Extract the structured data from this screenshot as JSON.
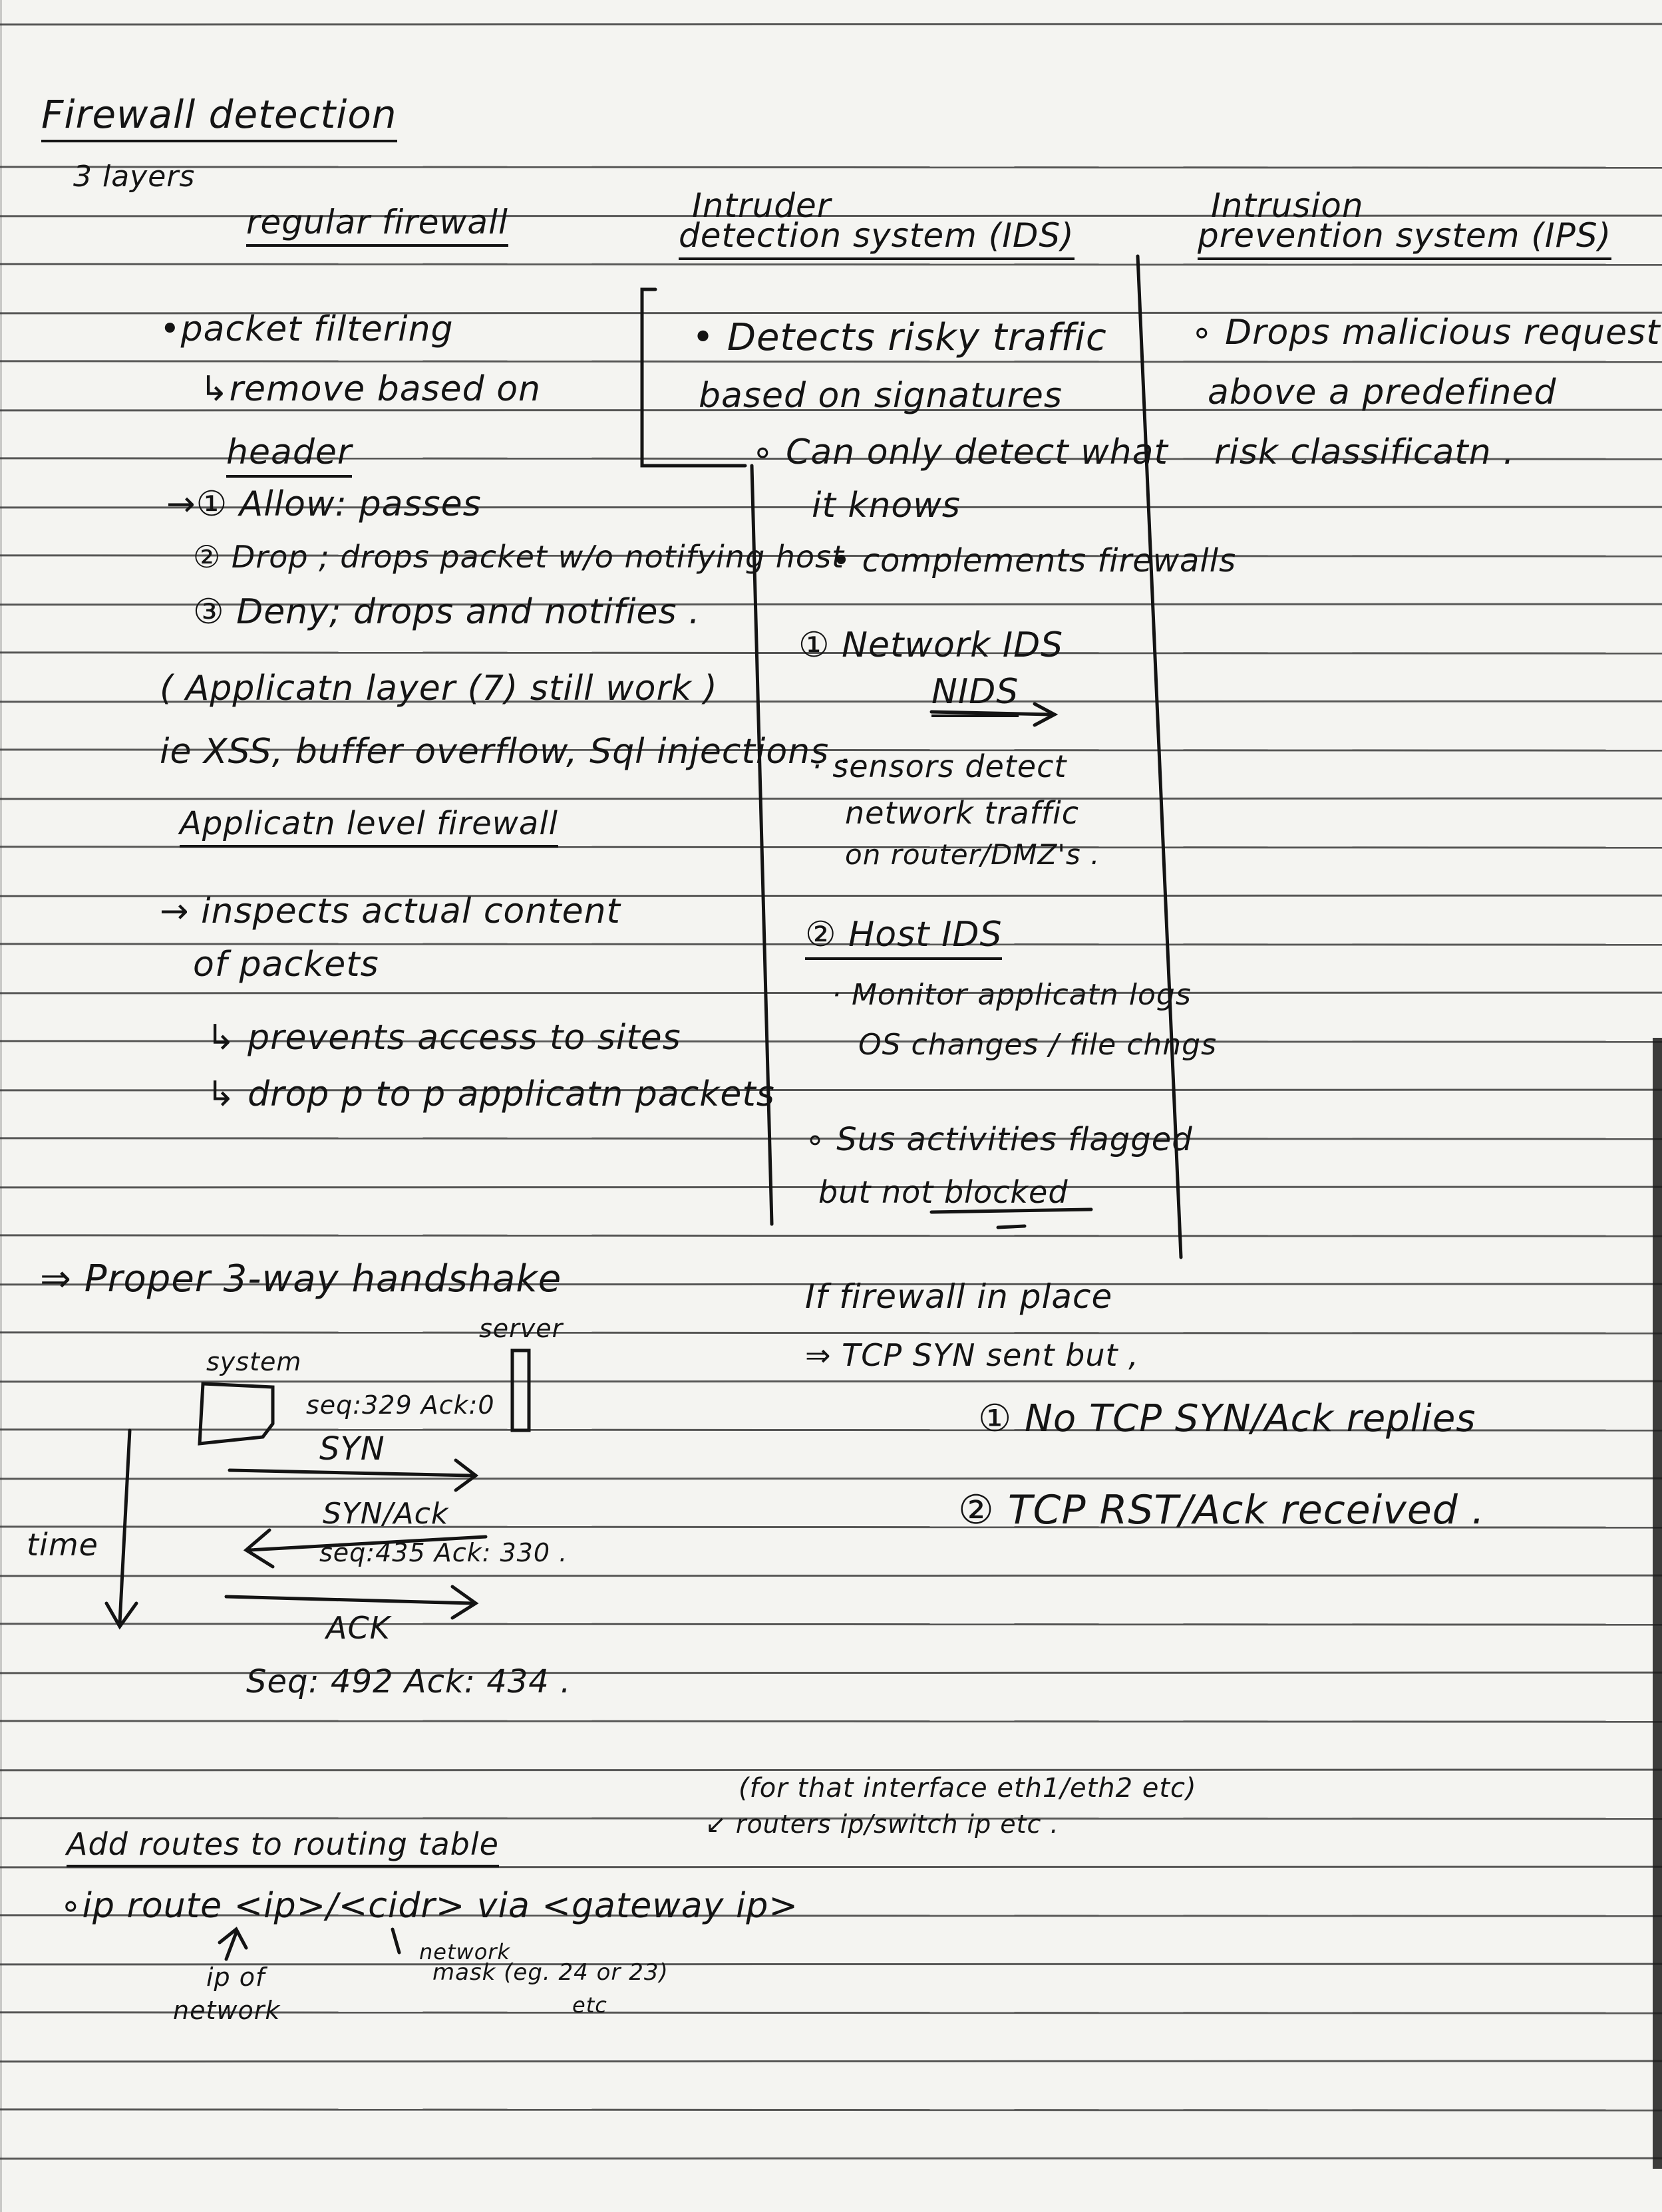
{
  "title": "Firewall detection",
  "subtitle": "3 layers",
  "columns": {
    "firewall": {
      "heading": "regular firewall",
      "lines": [
        "•packet filtering",
        "↳remove based on",
        "header",
        "→① Allow: passes",
        "② Drop ; drops packet w/o notifying host",
        "③ Deny; drops and notifies .",
        "( Applicatn layer (7) still work )",
        "ie XSS, buffer overflow, Sql injections ."
      ],
      "app_heading": "Applicatn level firewall",
      "app_lines": [
        "→ inspects actual content",
        "of packets",
        "↳ prevents access to sites",
        "↳ drop p to p applicatn packets"
      ]
    },
    "ids": {
      "heading_top": "Intruder",
      "heading": "detection system (IDS)",
      "lines": [
        "• Detects risky traffic",
        "based on signatures",
        "∘ Can only detect what",
        "it knows",
        "• complements firewalls",
        "① Network IDS",
        "NIDS",
        "· sensors detect",
        "network traffic",
        "on router/DMZ's .",
        "② Host IDS",
        "· Monitor applicatn logs",
        "OS changes / file chngs",
        "∘ Sus activities flagged",
        "but not blocked"
      ]
    },
    "ips": {
      "heading_top": "Intrusion",
      "heading": "prevention system (IPS)",
      "lines": [
        "∘ Drops malicious request",
        "above a predefined",
        "risk classificatn ."
      ]
    }
  },
  "handshake": {
    "heading": "⇒ Proper 3-way handshake",
    "system_label": "system",
    "server_label": "server",
    "time_label": "time",
    "msg1_seq": "seq:329 Ack:0",
    "msg1": "SYN",
    "msg2": "SYN/Ack",
    "msg2_seq": "seq:435 Ack: 330 .",
    "msg3": "ACK",
    "msg3_seq": "Seq: 492 Ack: 434 ."
  },
  "firewall_in_place": {
    "heading": "If firewall in place",
    "line1": "⇒ TCP SYN sent but ,",
    "line2": "① No TCP SYN/Ack replies",
    "line3": "② TCP RST/Ack received ."
  },
  "routes": {
    "heading": "Add routes to routing table",
    "note_top": "(for that interface eth1/eth2 etc)",
    "note_router": "↙ routers ip/switch ip etc .",
    "command": "∘ip route <ip>/<cidr> via <gateway ip>",
    "ip_note_1": "ip of",
    "ip_note_2": "network",
    "mask_note_1": "network",
    "mask_note_2": "mask (eg. 24 or 23)",
    "mask_note_3": "etc"
  }
}
